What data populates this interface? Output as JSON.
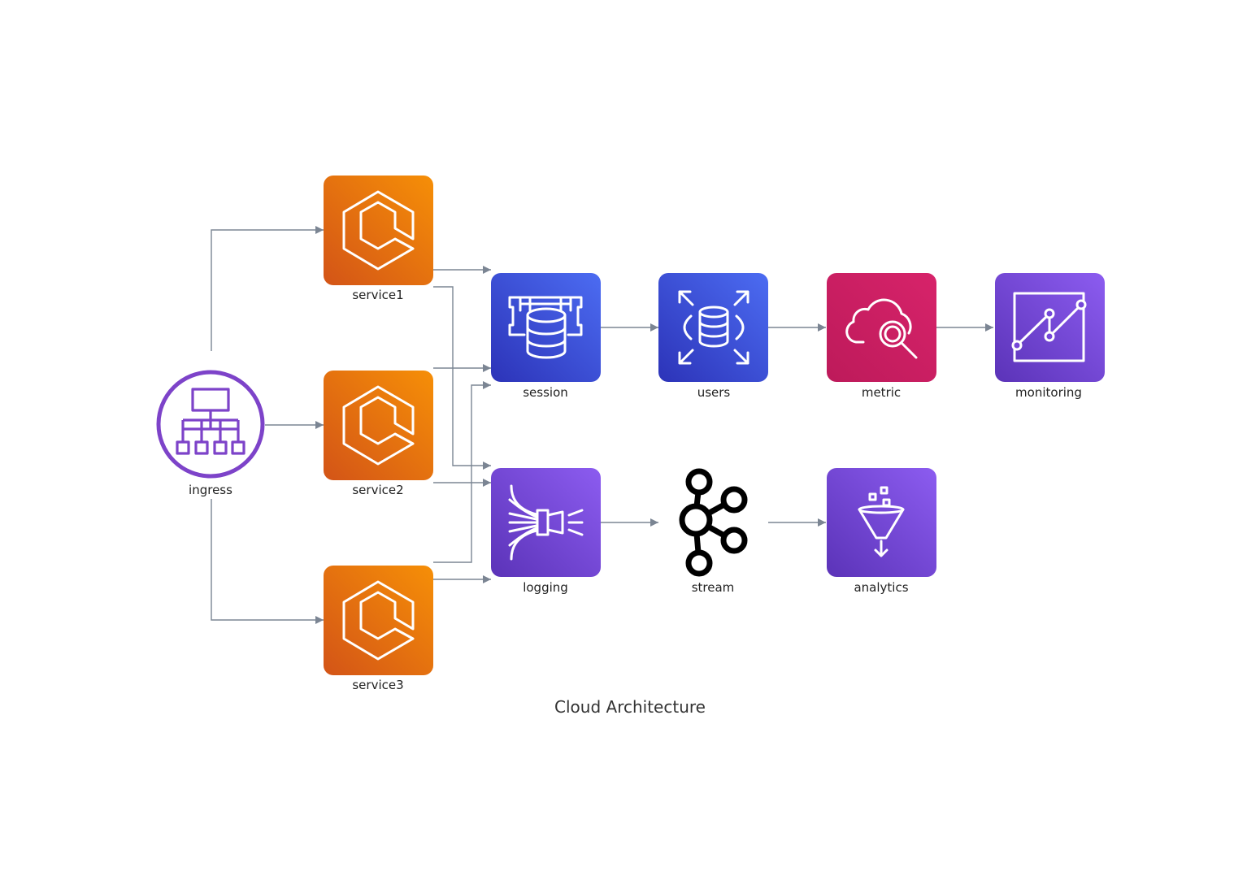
{
  "diagram": {
    "title": "Cloud Architecture",
    "nodes": [
      {
        "id": "ingress",
        "label": "ingress",
        "icon": "load-balancer-icon"
      },
      {
        "id": "service1",
        "label": "service1",
        "icon": "ecs-service-icon"
      },
      {
        "id": "service2",
        "label": "service2",
        "icon": "ecs-service-icon"
      },
      {
        "id": "service3",
        "label": "service3",
        "icon": "ecs-service-icon"
      },
      {
        "id": "session",
        "label": "session",
        "icon": "memory-cache-icon"
      },
      {
        "id": "users",
        "label": "users",
        "icon": "relational-database-icon"
      },
      {
        "id": "metric",
        "label": "metric",
        "icon": "cloud-search-icon"
      },
      {
        "id": "monitoring",
        "label": "monitoring",
        "icon": "line-chart-icon"
      },
      {
        "id": "logging",
        "label": "logging",
        "icon": "data-firehose-icon"
      },
      {
        "id": "stream",
        "label": "stream",
        "icon": "kafka-icon"
      },
      {
        "id": "analytics",
        "label": "analytics",
        "icon": "filter-funnel-icon"
      }
    ],
    "edges": [
      [
        "ingress",
        "service1"
      ],
      [
        "ingress",
        "service2"
      ],
      [
        "ingress",
        "service3"
      ],
      [
        "service1",
        "session"
      ],
      [
        "service1",
        "logging"
      ],
      [
        "service2",
        "session"
      ],
      [
        "service2",
        "logging"
      ],
      [
        "service3",
        "session"
      ],
      [
        "service3",
        "logging"
      ],
      [
        "session",
        "users"
      ],
      [
        "users",
        "metric"
      ],
      [
        "metric",
        "monitoring"
      ],
      [
        "logging",
        "stream"
      ],
      [
        "stream",
        "analytics"
      ]
    ],
    "colors": {
      "compute_orange": "#e8760f",
      "database_blue": "#3f4fd6",
      "management_pink": "#cc2264",
      "analytics_purple": "#7547d8",
      "network_purple": "#7d43c9",
      "edge_gray": "#7b8593"
    }
  }
}
